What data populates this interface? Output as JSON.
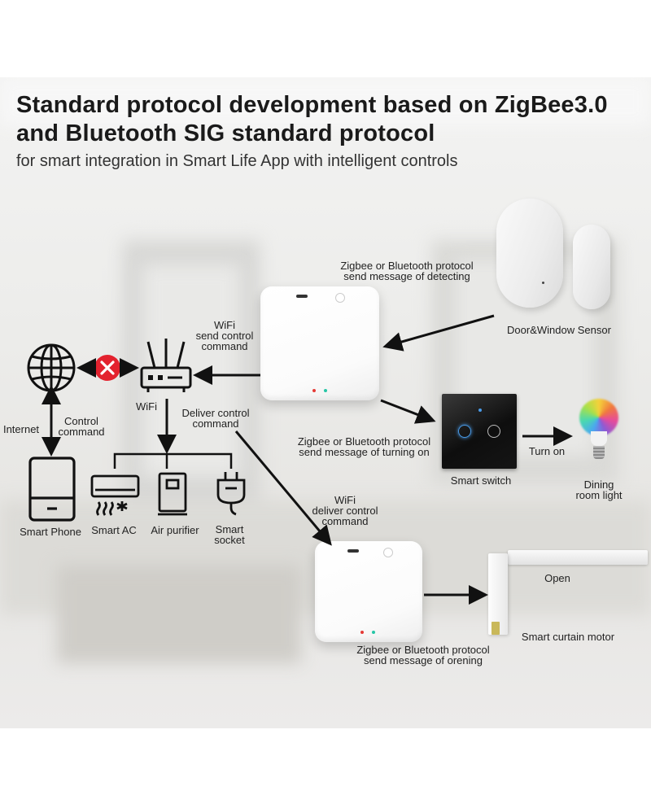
{
  "header": {
    "title_line1": "Standard protocol development based on ZigBee3.0",
    "title_line2": "and Bluetooth SIG standard protocol",
    "subtitle": "for smart integration in Smart Life App with intelligent controls"
  },
  "labels": {
    "sensor_msg_1": "Zigbee or Bluetooth protocol",
    "sensor_msg_2": "send message of detecting",
    "door_sensor": "Door&Window Sensor",
    "wifi_cmd_1": "WiFi",
    "wifi_cmd_2": "send control",
    "wifi_cmd_3": "command",
    "internet": "Internet",
    "control_1": "Control",
    "control_2": "command",
    "router": "WiFi",
    "deliver_1": "Deliver control",
    "deliver_2": "command",
    "switch_msg_1": "Zigbee or Bluetooth protocol",
    "switch_msg_2": "send message of turning on",
    "turn_on": "Turn on",
    "smart_switch": "Smart switch",
    "dining_1": "Dining",
    "dining_2": "room light",
    "smart_phone": "Smart Phone",
    "smart_ac": "Smart AC",
    "air_purifier": "Air purifier",
    "socket_1": "Smart",
    "socket_2": "socket",
    "wifi2_1": "WiFi",
    "wifi2_2": "deliver control",
    "wifi2_3": "command",
    "open": "Open",
    "curtain": "Smart curtain motor",
    "curtain_msg_1": "Zigbee or Bluetooth protocol",
    "curtain_msg_2": "send message of orening"
  },
  "colors": {
    "arrow": "#111111",
    "error_badge": "#e3222e",
    "led_red": "#e53935",
    "led_green": "#26c6a6",
    "switch_glow": "#4a9be8"
  },
  "icons": [
    "globe-icon",
    "close-icon",
    "router-icon",
    "phone-icon",
    "air-conditioner-icon",
    "air-purifier-icon",
    "plug-icon",
    "bulb-icon"
  ]
}
